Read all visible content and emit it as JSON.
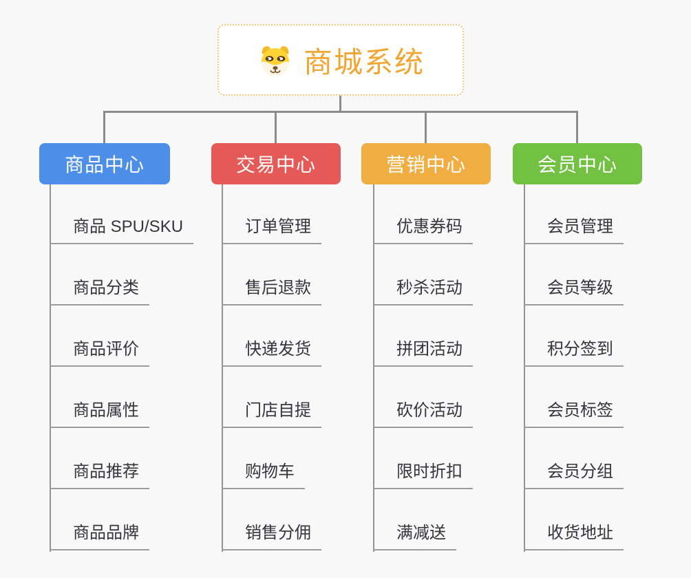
{
  "root": {
    "label": "商城系统",
    "icon": "dog-face-icon",
    "text_color": "#F0A632",
    "border_color": "#F4C77C",
    "background": "#FFFFFF"
  },
  "canvas": {
    "background": "#F8F8F8",
    "connector_color": "#8C8C8C",
    "leaf_underline_color": "#9B9B9B",
    "leaf_text_color": "#35353B"
  },
  "branches": [
    {
      "label": "商品中心",
      "color": "#4D8FE8",
      "items": [
        "商品 SPU/SKU",
        "商品分类",
        "商品评价",
        "商品属性",
        "商品推荐",
        "商品品牌"
      ]
    },
    {
      "label": "交易中心",
      "color": "#E55A56",
      "items": [
        "订单管理",
        "售后退款",
        "快递发货",
        "门店自提",
        "购物车",
        "销售分佣"
      ]
    },
    {
      "label": "营销中心",
      "color": "#EFAD42",
      "items": [
        "优惠券码",
        "秒杀活动",
        "拼团活动",
        "砍价活动",
        "限时折扣",
        "满减送"
      ]
    },
    {
      "label": "会员中心",
      "color": "#72C142",
      "items": [
        "会员管理",
        "会员等级",
        "积分签到",
        "会员标签",
        "会员分组",
        "收货地址"
      ]
    }
  ]
}
